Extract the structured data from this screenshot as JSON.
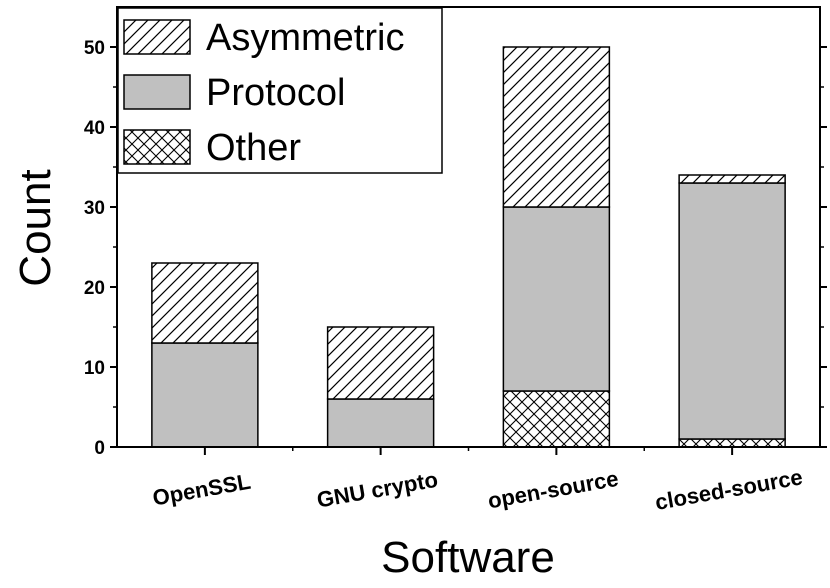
{
  "chart_data": {
    "type": "bar",
    "stacked": true,
    "categories": [
      "OpenSSL",
      "GNU crypto",
      "open-source",
      "closed-source"
    ],
    "series": [
      {
        "name": "Other",
        "values": [
          0,
          0,
          7,
          1
        ],
        "pattern": "crosshatch"
      },
      {
        "name": "Protocol",
        "values": [
          13,
          6,
          23,
          32
        ],
        "color": "#c0c0c0"
      },
      {
        "name": "Asymmetric",
        "values": [
          10,
          9,
          20,
          1
        ],
        "pattern": "diagonal-hatch"
      }
    ],
    "legend_order": [
      "Asymmetric",
      "Protocol",
      "Other"
    ],
    "legend_position": "top-left",
    "xlabel": "Software",
    "ylabel": "Count",
    "ylim": [
      0,
      55
    ],
    "yticks": [
      0,
      10,
      20,
      30,
      40,
      50
    ],
    "grid": false
  }
}
